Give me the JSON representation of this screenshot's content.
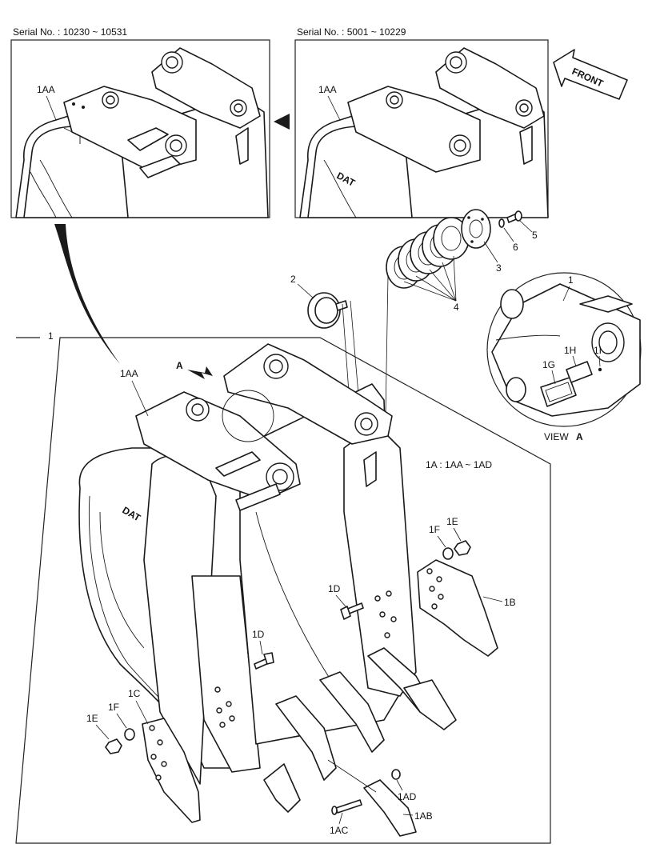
{
  "serial_left": "Serial No. : 10230 ~ 10531",
  "serial_right": "Serial No. : 5001 ~ 10229",
  "front_label": "FRONT",
  "view_label": "VIEW",
  "view_letter": "A",
  "arrow_letter": "A",
  "assembly_note": "1A : 1AA ~ 1AD",
  "brand_mark": "DAT",
  "callouts": {
    "c1_main": "1",
    "c1_view": "1",
    "c1AA_left": "1AA",
    "c1AA_right": "1AA",
    "c1AA_main": "1AA",
    "c1G": "1G",
    "c1H": "1H",
    "c1I": "1I",
    "c2": "2",
    "c3": "3",
    "c4": "4",
    "c5": "5",
    "c6": "6",
    "c1B": "1B",
    "c1C": "1C",
    "c1D_a": "1D",
    "c1D_b": "1D",
    "c1E_a": "1E",
    "c1E_b": "1E",
    "c1F_a": "1F",
    "c1F_b": "1F",
    "c1AB": "1AB",
    "c1AC": "1AC",
    "c1AD": "1AD"
  },
  "colors": {
    "line": "#1a1a1a",
    "background": "#ffffff"
  }
}
